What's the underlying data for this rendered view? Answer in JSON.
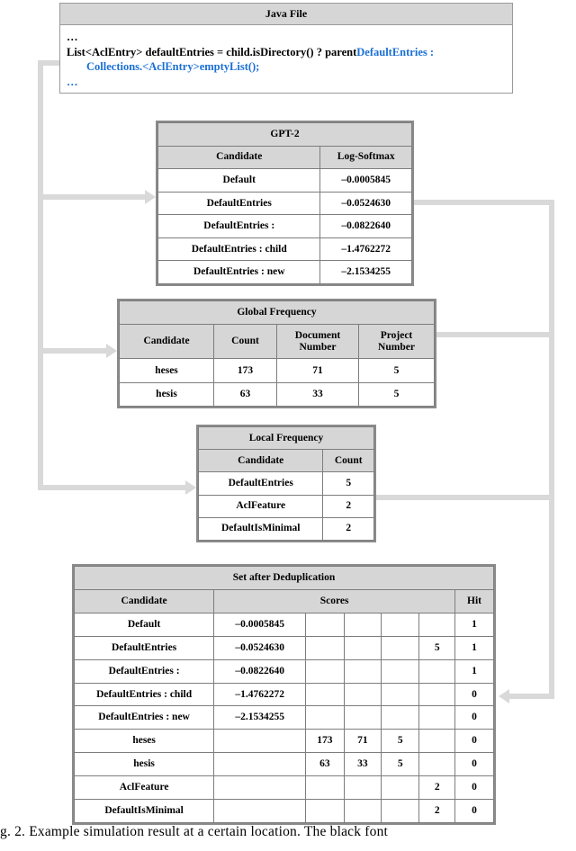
{
  "figure": {
    "caption": "g. 2.   Example  simulation  result  at  a  certain  location.  The  black  font",
    "accent_blue": "#1a6fd4",
    "connector_gray": "#d9d9d9",
    "header_gray": "#d6d6d6"
  },
  "java_file": {
    "title": "Java File",
    "line_top_dots": "…",
    "code_black": "List<AclEntry> defaultEntries = child.isDirectory() ? parent",
    "code_blue_1": "DefaultEntries :",
    "code_blue_2": "Collections.<AclEntry>emptyList();",
    "line_bottom_dots": "…"
  },
  "gpt2": {
    "title": "GPT-2",
    "columns": [
      "Candidate",
      "Log-Softmax"
    ],
    "rows": [
      [
        "Default",
        "–0.0005845"
      ],
      [
        "DefaultEntries",
        "–0.0524630"
      ],
      [
        "DefaultEntries :",
        "–0.0822640"
      ],
      [
        "DefaultEntries : child",
        "–1.4762272"
      ],
      [
        "DefaultEntries : new",
        "–2.1534255"
      ]
    ]
  },
  "global_frequency": {
    "title": "Global Frequency",
    "columns": [
      "Candidate",
      "Count",
      "Document Number",
      "Project Number"
    ],
    "columns_split": [
      [
        "Candidate"
      ],
      [
        "Count"
      ],
      [
        "Document",
        "Number"
      ],
      [
        "Project",
        "Number"
      ]
    ],
    "rows": [
      [
        "heses",
        "173",
        "71",
        "5"
      ],
      [
        "hesis",
        "63",
        "33",
        "5"
      ]
    ]
  },
  "local_frequency": {
    "title": "Local Frequency",
    "columns": [
      "Candidate",
      "Count"
    ],
    "rows": [
      [
        "DefaultEntries",
        "5"
      ],
      [
        "AclFeature",
        "2"
      ],
      [
        "DefaultIsMinimal",
        "2"
      ]
    ]
  },
  "dedup": {
    "title": "Set after Deduplication",
    "columns": [
      "Candidate",
      "Scores",
      "Hit"
    ],
    "rows": [
      {
        "candidate": "Default",
        "scores": [
          "–0.0005845",
          "",
          "",
          "",
          ""
        ],
        "hit": "1"
      },
      {
        "candidate": "DefaultEntries",
        "scores": [
          "–0.0524630",
          "",
          "",
          "",
          "5"
        ],
        "hit": "1"
      },
      {
        "candidate": "DefaultEntries :",
        "scores": [
          "–0.0822640",
          "",
          "",
          "",
          ""
        ],
        "hit": "1"
      },
      {
        "candidate": "DefaultEntries : child",
        "scores": [
          "–1.4762272",
          "",
          "",
          "",
          ""
        ],
        "hit": "0"
      },
      {
        "candidate": "DefaultEntries : new",
        "scores": [
          "–2.1534255",
          "",
          "",
          "",
          ""
        ],
        "hit": "0"
      },
      {
        "candidate": "heses",
        "scores": [
          "",
          "173",
          "71",
          "5",
          ""
        ],
        "hit": "0"
      },
      {
        "candidate": "hesis",
        "scores": [
          "",
          "63",
          "33",
          "5",
          ""
        ],
        "hit": "0"
      },
      {
        "candidate": "AclFeature",
        "scores": [
          "",
          "",
          "",
          "",
          "2"
        ],
        "hit": "0"
      },
      {
        "candidate": "DefaultIsMinimal",
        "scores": [
          "",
          "",
          "",
          "",
          "2"
        ],
        "hit": "0"
      }
    ]
  }
}
